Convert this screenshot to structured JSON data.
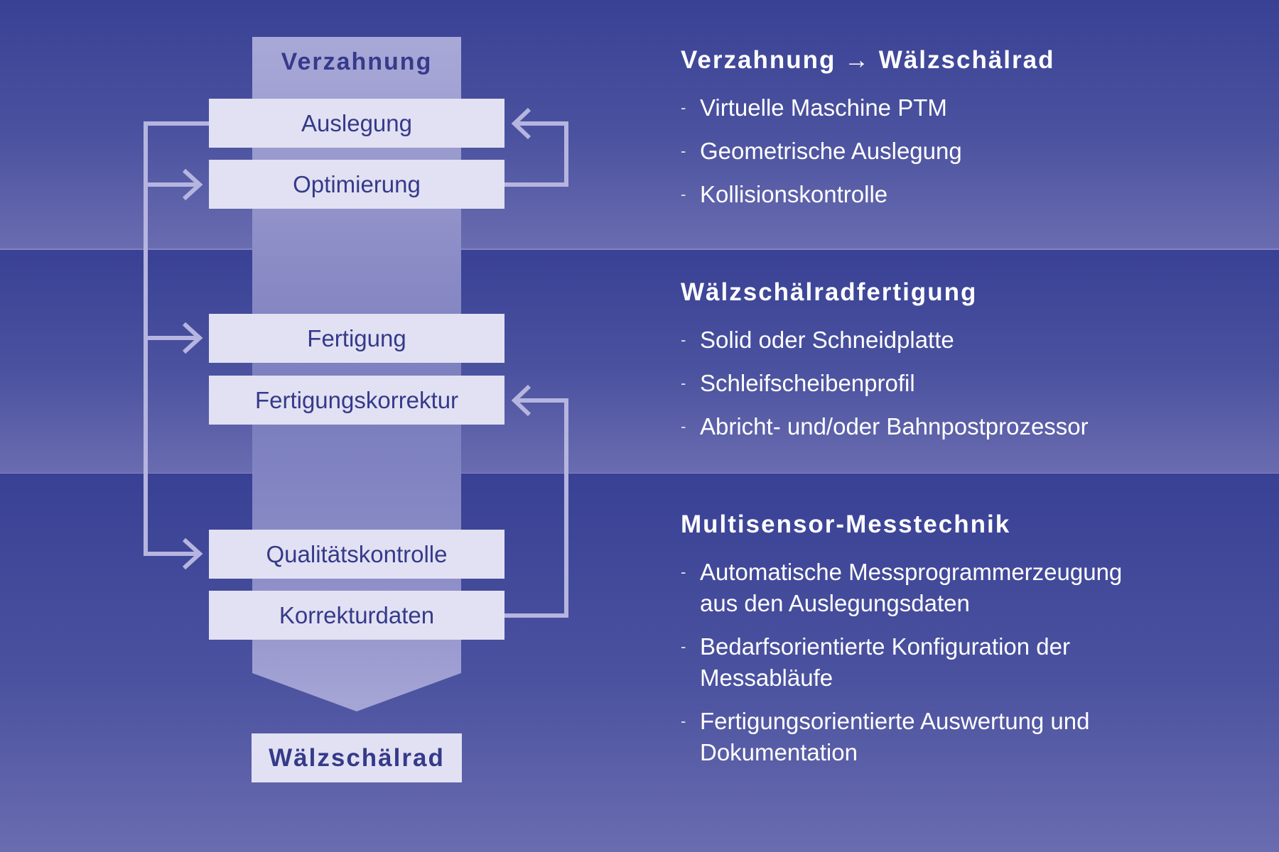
{
  "diagram": {
    "column_title": "Verzahnung",
    "boxes": [
      "Auslegung",
      "Optimierung",
      "Fertigung",
      "Fertigungskorrektur",
      "Qualitätskontrolle",
      "Korrekturdaten"
    ],
    "result": "Wälzschälrad"
  },
  "sections": [
    {
      "title": "Verzahnung → Wälzschälrad",
      "items": [
        "Virtuelle Maschine PTM",
        "Geometrische Auslegung",
        "Kollisionskontrolle"
      ]
    },
    {
      "title": "Wälzschälradfertigung",
      "items": [
        "Solid oder Schneidplatte",
        "Schleifscheibenprofil",
        "Abricht- und/oder Bahnpostprozessor"
      ]
    },
    {
      "title": "Multisensor-Messtechnik",
      "items": [
        "Automatische Messprogrammerzeugung aus den Auslegungsdaten",
        "Bedarfsorientierte Konfiguration der Messabläufe",
        "Fertigungsorientierte Auswertung und Dokumentation"
      ]
    }
  ],
  "colors": {
    "band_top": "#394195",
    "band_bottom": "#6a6cb0",
    "box_fill": "#e2e1f3",
    "box_text": "#353a8a",
    "arrow": "#b4b4df",
    "column": "#a7a6d6"
  }
}
